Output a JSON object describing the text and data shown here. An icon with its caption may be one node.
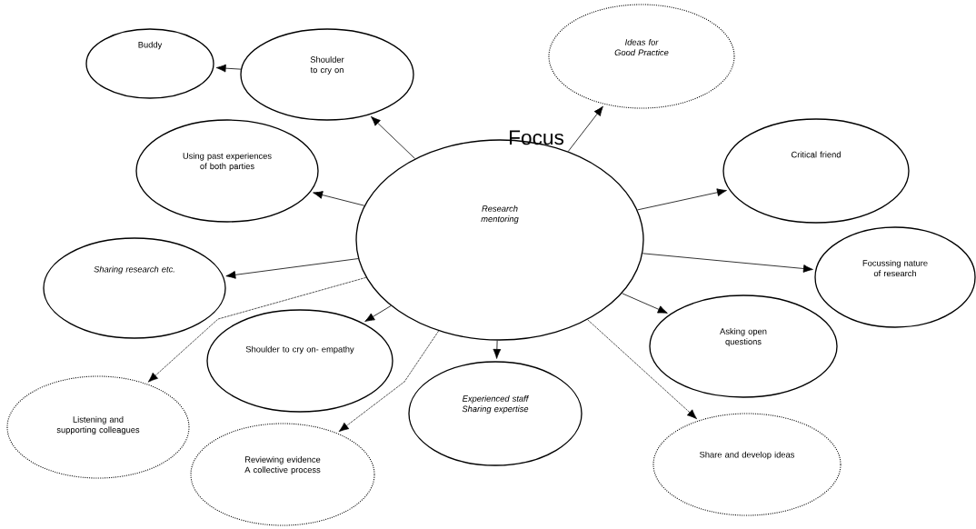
{
  "diagram": {
    "nodes": [
      {
        "text": [
          "Focus",
          "Research mentoring"
        ]
      },
      {
        "text": [
          "Buddy"
        ]
      },
      {
        "text": [
          "Shoulder to cry on"
        ]
      },
      {
        "text": [
          "Using past experiences of both parties"
        ]
      },
      {
        "text": [
          "Sharing research etc."
        ]
      },
      {
        "text": [
          "Shoulder to cry on- empathy"
        ]
      },
      {
        "text": [
          "Listening and supporting colleagues"
        ]
      },
      {
        "text": [
          "Reviewing evidence A collective process"
        ]
      },
      {
        "text": [
          "Experienced staff Sharing expertise"
        ]
      },
      {
        "text": [
          "Share and develop ideas"
        ]
      },
      {
        "text": [
          "Asking open questions"
        ]
      },
      {
        "text": [
          "Focussing nature of research"
        ]
      },
      {
        "text": [
          "Critical friend"
        ]
      },
      {
        "text": [
          "Ideas for Good Practice"
        ]
      }
    ],
    "edges": [
      {
        "from": 0,
        "to": 2,
        "arrow": "to"
      },
      {
        "from": 2,
        "to": 1,
        "arrow": "to"
      },
      {
        "from": 0,
        "to": 3,
        "arrow": "to"
      },
      {
        "from": 0,
        "to": 4,
        "arrow": "to"
      },
      {
        "from": 0,
        "to": 5,
        "arrow": "to"
      },
      {
        "from": 0,
        "to": 6,
        "arrow": "to",
        "style": "dashed"
      },
      {
        "from": 0,
        "to": 7,
        "arrow": "to",
        "style": "dashed"
      },
      {
        "from": 0,
        "to": 8,
        "arrow": "to"
      },
      {
        "from": 0,
        "to": 9,
        "arrow": "to",
        "style": "dashed"
      },
      {
        "from": 0,
        "to": 10,
        "arrow": "to"
      },
      {
        "from": 0,
        "to": 11,
        "arrow": "to"
      },
      {
        "from": 0,
        "to": 12,
        "arrow": "to"
      },
      {
        "from": 0,
        "to": 13,
        "arrow": "to"
      }
    ]
  }
}
